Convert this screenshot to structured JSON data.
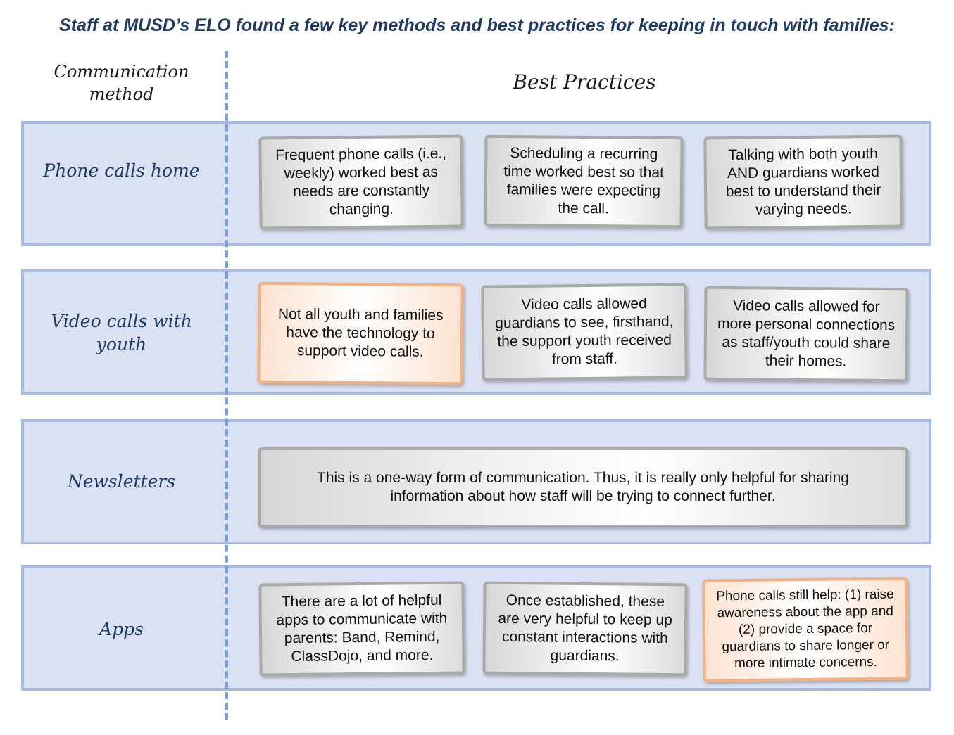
{
  "title": "Staff at MUSD’s ELO found a few key methods and best practices for keeping in touch with families:",
  "headers": {
    "method": "Communication method",
    "best_practices": "Best Practices"
  },
  "rows": [
    {
      "method": "Phone calls home",
      "practices": [
        "Frequent phone calls (i.e., weekly) worked best as needs are constantly changing.",
        "Scheduling a recurring time worked best so that families were expecting the call.",
        "Talking with both youth AND guardians worked best to understand their varying needs."
      ]
    },
    {
      "method": "Video calls with youth",
      "practices": [
        "Not all youth and families have the technology to support video calls.",
        "Video calls allowed guardians to see, firsthand, the support youth received from staff.",
        "Video calls allowed for more personal connections as staff/youth could share their homes."
      ]
    },
    {
      "method": "Newsletters",
      "practices": [
        "This is a one-way form of communication. Thus, it is really only helpful for sharing information about how staff will be trying to connect further."
      ]
    },
    {
      "method": "Apps",
      "practices": [
        "There are a lot of helpful apps to communicate with parents: Band, Remind, ClassDojo, and more.",
        "Once established, these are very helpful to keep up constant interactions with guardians.",
        "Phone calls still help: (1) raise awareness about the app and (2) provide a space for guardians to share longer or more intimate concerns."
      ]
    }
  ],
  "colors": {
    "title": "#1f3a63",
    "row_fill": "#d9e1f2",
    "row_border": "#a8bce1",
    "divider": "#7f9ed3",
    "card_border": "#a9a9a9",
    "caution_card_border": "#f4b183"
  }
}
